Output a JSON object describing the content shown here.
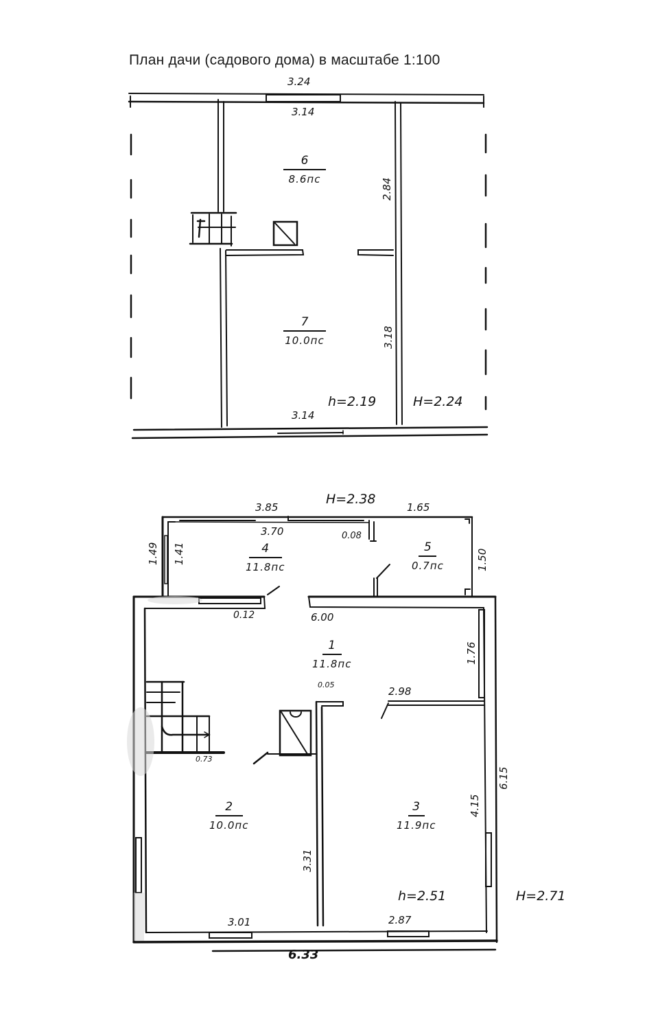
{
  "title": "План дачи (садового дома) в масштабе 1:100",
  "upper_floor": {
    "dimensions": {
      "outer_width_top": "3.24",
      "inner_width_top": "3.14",
      "inner_width_bottom": "3.14",
      "room6_length": "2.84",
      "room7_length": "3.18"
    },
    "heights": {
      "inner_h": "h=2.19",
      "outer_H": "H=2.24"
    },
    "rooms": [
      {
        "number": "6",
        "area": "8.6пс"
      },
      {
        "number": "7",
        "area": "10.0пс"
      }
    ]
  },
  "ground_floor": {
    "dimensions": {
      "veranda_outer_width": "3.85",
      "veranda_inner_width": "3.70",
      "room5_width": "1.65",
      "veranda_outer_depth": "1.49",
      "veranda_inner_depth": "1.41",
      "room5_depth": "1.50",
      "partition_thickness_veranda": "0.08",
      "door_offset": "0.12",
      "main_inner_width": "6.00",
      "room1_depth": "1.76",
      "partition_offset": "0.05",
      "room3_width": "2.98",
      "stair_offset": "0.73",
      "room3_depth": "4.15",
      "main_outer_depth": "6.15",
      "room2_depth": "3.31",
      "room2_width": "3.01",
      "room3_width_bottom": "2.87",
      "main_outer_width": "6.33"
    },
    "heights": {
      "veranda_H": "H=2.38",
      "inner_h": "h=2.51",
      "outer_H": "H=2.71"
    },
    "rooms": [
      {
        "number": "1",
        "area": "11.8пс"
      },
      {
        "number": "2",
        "area": "10.0пс"
      },
      {
        "number": "3",
        "area": "11.9пс"
      },
      {
        "number": "4",
        "area": "11.8пс"
      },
      {
        "number": "5",
        "area": "0.7пс"
      }
    ]
  }
}
